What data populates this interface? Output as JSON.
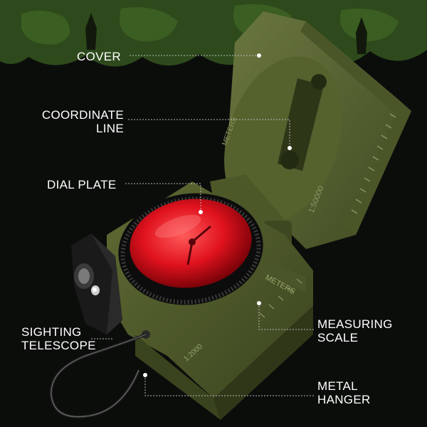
{
  "image": {
    "subject": "lensatic-compass-icon",
    "colors": {
      "background": "#0b0d0b",
      "camouflage": "#2e4a1c",
      "body_olive": "#56612f",
      "lens_red": "#e0121e",
      "label_text": "#ffffff"
    }
  },
  "callouts": [
    {
      "key": "cover",
      "label": "COVER"
    },
    {
      "key": "coordinate-line",
      "label": "COORDINATE\nLINE"
    },
    {
      "key": "dial-plate",
      "label": "DIAL PLATE"
    },
    {
      "key": "sighting-telescope",
      "label": "SIGHTING\nTELESCOPE"
    },
    {
      "key": "measuring-scale",
      "label": "MEASURING\nSCALE"
    },
    {
      "key": "metal-hanger",
      "label": "METAL\nHANGER"
    }
  ],
  "engravings": {
    "cover_scale": "1:50000",
    "cover_side": "METERS",
    "body_side": "METERS",
    "body_scale": "1:2000"
  }
}
